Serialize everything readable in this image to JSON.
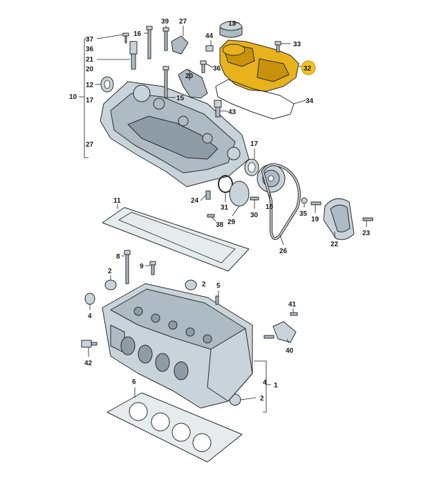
{
  "diagram": {
    "labels": [
      {
        "id": "p13",
        "text": "13"
      },
      {
        "id": "p39",
        "text": "39"
      },
      {
        "id": "p27a",
        "text": "27"
      },
      {
        "id": "p16",
        "text": "16"
      },
      {
        "id": "p44",
        "text": "44"
      },
      {
        "id": "p33",
        "text": "33"
      },
      {
        "id": "p37",
        "text": "37"
      },
      {
        "id": "p36a",
        "text": "36"
      },
      {
        "id": "p21",
        "text": "21"
      },
      {
        "id": "p20a",
        "text": "20"
      },
      {
        "id": "p20b",
        "text": "20"
      },
      {
        "id": "p36b",
        "text": "36"
      },
      {
        "id": "p32",
        "text": "32"
      },
      {
        "id": "p12",
        "text": "12"
      },
      {
        "id": "p10",
        "text": "10"
      },
      {
        "id": "p17a",
        "text": "17"
      },
      {
        "id": "p15",
        "text": "15"
      },
      {
        "id": "p34",
        "text": "34"
      },
      {
        "id": "p43",
        "text": "43"
      },
      {
        "id": "p27b",
        "text": "27"
      },
      {
        "id": "p17b",
        "text": "17"
      },
      {
        "id": "p11",
        "text": "11"
      },
      {
        "id": "p24",
        "text": "24"
      },
      {
        "id": "p31",
        "text": "31"
      },
      {
        "id": "p29",
        "text": "29"
      },
      {
        "id": "p30",
        "text": "30"
      },
      {
        "id": "p18",
        "text": "18"
      },
      {
        "id": "p35",
        "text": "35"
      },
      {
        "id": "p19",
        "text": "19"
      },
      {
        "id": "p22",
        "text": "22"
      },
      {
        "id": "p23",
        "text": "23"
      },
      {
        "id": "p38",
        "text": "38"
      },
      {
        "id": "p26",
        "text": "26"
      },
      {
        "id": "p8",
        "text": "8"
      },
      {
        "id": "p9",
        "text": "9"
      },
      {
        "id": "p2a",
        "text": "2"
      },
      {
        "id": "p2b",
        "text": "2"
      },
      {
        "id": "p5",
        "text": "5"
      },
      {
        "id": "p4a",
        "text": "4"
      },
      {
        "id": "p41",
        "text": "41"
      },
      {
        "id": "p40",
        "text": "40"
      },
      {
        "id": "p42",
        "text": "42"
      },
      {
        "id": "p6",
        "text": "6"
      },
      {
        "id": "p4b",
        "text": "4"
      },
      {
        "id": "p1",
        "text": "1"
      },
      {
        "id": "p2c",
        "text": "2"
      }
    ],
    "highlight_label": "32",
    "colors": {
      "highlight": "#f2c21a",
      "part_fill": "#c9d3da",
      "line": "#1a1a1a"
    }
  }
}
